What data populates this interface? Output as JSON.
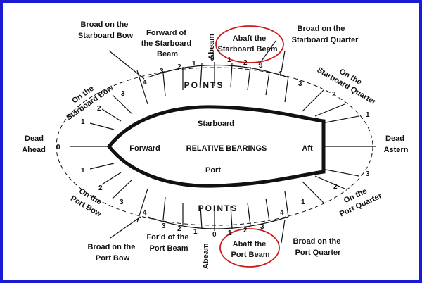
{
  "colors": {
    "frame": "#1a1ad6",
    "highlight": "#cc1a1a",
    "ink": "#111111"
  },
  "hull": {
    "title": "RELATIVE BEARINGS",
    "starboard": "Starboard",
    "port": "Port",
    "forward": "Forward",
    "aft": "Aft"
  },
  "points_word": "POINTS",
  "labels": {
    "dead_ahead": [
      "Dead",
      "Ahead"
    ],
    "dead_astern": [
      "Dead",
      "Astern"
    ],
    "broad_starboard_bow": [
      "Broad on the",
      "Starboard Bow"
    ],
    "on_starboard_bow": [
      "On the",
      "Starboard Bow"
    ],
    "forward_starboard_beam": [
      "Forward of",
      "the Starboard",
      "Beam"
    ],
    "abeam_top": "Abeam",
    "abaft_starboard_beam": [
      "Abaft the",
      "Starboard Beam"
    ],
    "broad_starboard_quarter": [
      "Broad on the",
      "Starboard Quarter"
    ],
    "on_starboard_quarter": [
      "On the",
      "Starboard Quarter"
    ],
    "on_port_bow": [
      "On the",
      "Port Bow"
    ],
    "broad_port_bow": [
      "Broad on the",
      "Port Bow"
    ],
    "ford_port_beam": [
      "For'd of the",
      "Port Beam"
    ],
    "abeam_bottom": "Abeam",
    "abaft_port_beam": [
      "Abaft the",
      "Port Beam"
    ],
    "broad_port_quarter": [
      "Broad on the",
      "Port Quarter"
    ],
    "on_port_quarter": [
      "On the",
      "Port Quarter"
    ]
  },
  "ticks": {
    "top": [
      "4",
      "3",
      "2",
      "1",
      "0",
      "1",
      "2",
      "3",
      "4"
    ],
    "bow_top": [
      "3",
      "2",
      "1"
    ],
    "stern_top": [
      "3",
      "2",
      "1"
    ],
    "bottom": [
      "4",
      "3",
      "2",
      "1",
      "0",
      "1",
      "2",
      "3",
      "4"
    ],
    "bow_bottom": [
      "1",
      "2",
      "3"
    ],
    "stern_bottom": [
      "1",
      "2",
      "3"
    ],
    "ahead": "0"
  }
}
